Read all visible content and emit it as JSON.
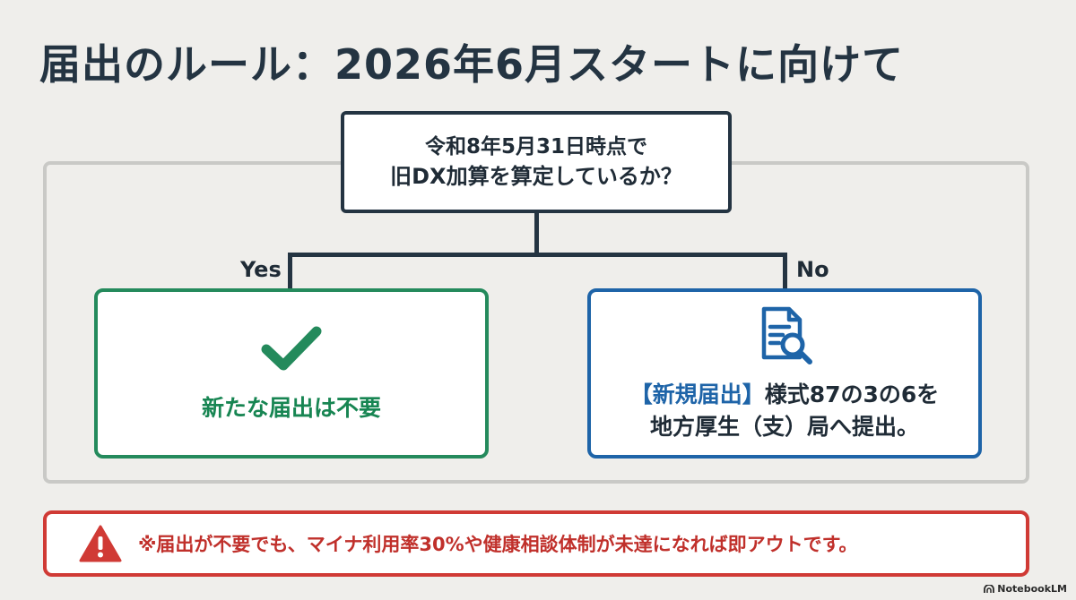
{
  "title": "届出のルール：2026年6月スタートに向けて",
  "question": {
    "line1": "令和8年5月31日時点で",
    "line2": "旧DX加算を算定しているか？"
  },
  "branches": {
    "yes_label": "Yes",
    "no_label": "No"
  },
  "yes_box": {
    "icon": "checkmark-icon",
    "message": "新たな届出は不要"
  },
  "no_box": {
    "icon": "document-search-icon",
    "highlight": "【新規届出】",
    "line1_rest": "様式87の3の6を",
    "line2": "地方厚生（支）局へ提出。"
  },
  "warning": {
    "icon": "warning-icon",
    "text": "※届出が不要でも、マイナ利用率30%や健康相談体制が未達になれば即アウトです。"
  },
  "footer": {
    "brand": "NotebookLM",
    "icon": "notebooklm-logo-icon"
  },
  "colors": {
    "title": "#243442",
    "yes": "#248a5c",
    "no": "#1e64a8",
    "warning": "#d03a35",
    "frame": "#c9c9c6",
    "background": "#efeeeb"
  }
}
